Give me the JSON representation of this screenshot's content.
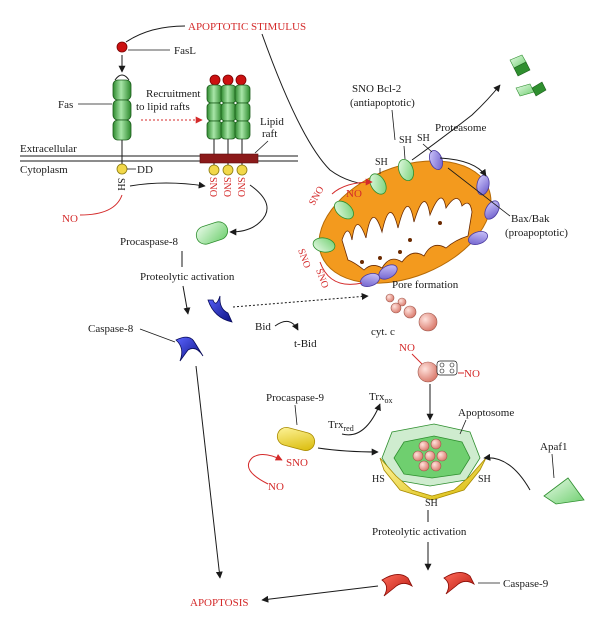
{
  "labels": {
    "apoptotic_stimulus": "APOPTOTIC STIMULUS",
    "fasl": "FasL",
    "fas": "Fas",
    "recruitment_line1": "Recruitment",
    "recruitment_line2": "to lipid rafts",
    "lipid_line1": "Lipid",
    "lipid_line2": "raft",
    "extracellular": "Extracellular",
    "cytoplasm": "Cytoplasm",
    "dd": "DD",
    "sh_fas": "SH",
    "sno": "SNO",
    "no": "NO",
    "procaspase8": "Procaspase-8",
    "proteolytic_activation": "Proteolytic activation",
    "caspase8": "Caspase-8",
    "bid": "Bid",
    "tbid": "t-Bid",
    "sno_bcl2_line1": "SNO Bcl-2",
    "sno_bcl2_line2": "(antiapoptotic)",
    "proteasome": "Proteasome",
    "sh": "SH",
    "bax_line1": "Bax/Bak",
    "bax_line2": "(proapoptotic)",
    "pore_formation": "Pore formation",
    "cyt_c": "cyt. c",
    "trx_ox_main": "Trx",
    "trx_ox_sub": "ox",
    "trx_red_main": "Trx",
    "trx_red_sub": "red",
    "procaspase9": "Procaspase-9",
    "apoptosome": "Apoptosome",
    "apaf1": "Apaf1",
    "hs": "HS",
    "caspase9": "Caspase-9",
    "apoptosis": "APOPTOSIS"
  },
  "colors": {
    "red_text": "#d42a2a",
    "membrane_green": "#2f8f2f",
    "light_green": "#8fd68f",
    "blue": "#1a1fb0",
    "orange": "#f39a1e",
    "purple": "#8a7ad6",
    "yellow": "#e8d020",
    "pink": "#e89c8f"
  }
}
